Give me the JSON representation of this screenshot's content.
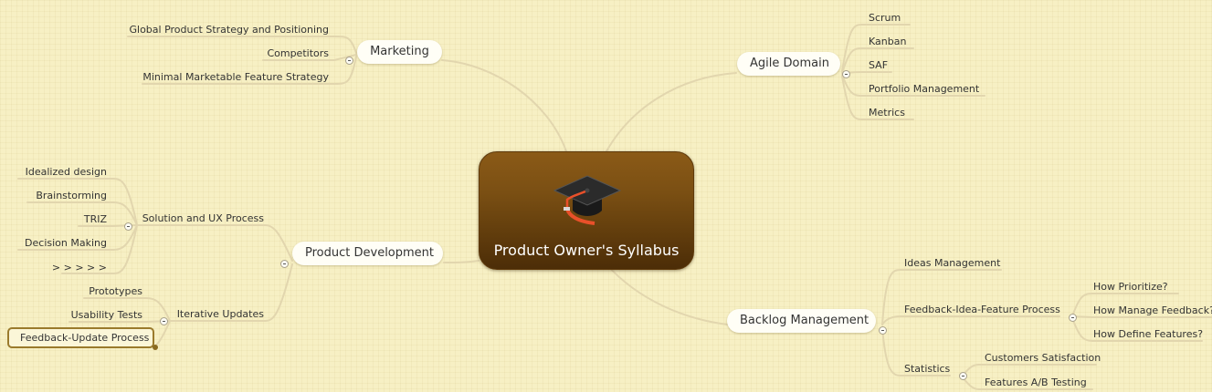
{
  "central": {
    "title": "Product Owner's Syllabus",
    "icon": "graduation-cap-icon"
  },
  "branches": {
    "marketing": {
      "label": "Marketing",
      "children": [
        "Global Product Strategy and Positioning",
        "Competitors",
        "Minimal Marketable Feature Strategy"
      ]
    },
    "agile": {
      "label": "Agile Domain",
      "children": [
        "Scrum",
        "Kanban",
        "SAF",
        "Portfolio Management",
        "Metrics"
      ]
    },
    "product_dev": {
      "label": "Product Development",
      "solution": {
        "label": "Solution and UX Process",
        "children": [
          "Idealized design",
          "Brainstorming",
          "TRIZ",
          "Decision Making",
          "> > > > >"
        ]
      },
      "iterative": {
        "label": "Iterative Updates",
        "children": [
          "Prototypes",
          "Usability Tests",
          "Feedback-Update Process"
        ]
      }
    },
    "backlog": {
      "label": "Backlog Management",
      "ideas": "Ideas Management",
      "process": {
        "label": "Feedback-Idea-Feature Process",
        "children": [
          "How Prioritize?",
          "How Manage Feedback?",
          "How Define Features?"
        ]
      },
      "statistics": {
        "label": "Statistics",
        "children": [
          "Customers Satisfaction",
          "Features A/B Testing"
        ]
      }
    }
  },
  "colors": {
    "background": "#f7f0c4",
    "connector": "#e2d9b0",
    "central_top": "#8b5a17",
    "central_bottom": "#4c2d07",
    "selection": "#9a7a2c"
  }
}
